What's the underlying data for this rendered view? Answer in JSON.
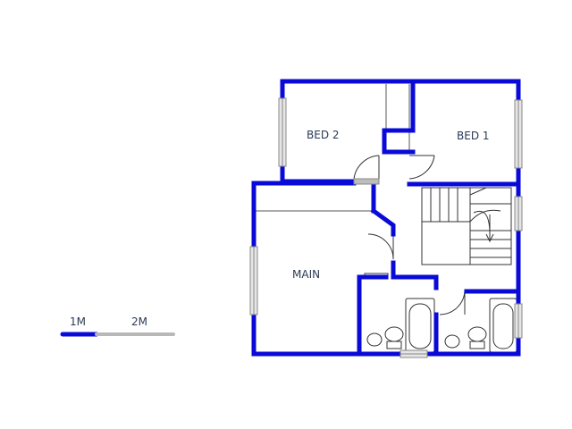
{
  "rooms": {
    "bed2": "BED 2",
    "bed1": "BED 1",
    "main": "MAIN"
  },
  "scale_bar": {
    "label_1": "1M",
    "label_2": "2M"
  },
  "colors": {
    "wall": "#0a0ad8",
    "fixture": "#333333",
    "window": "#9a9a9a",
    "scale_filled": "#0a0ad8",
    "scale_empty": "#b8b8b8"
  }
}
